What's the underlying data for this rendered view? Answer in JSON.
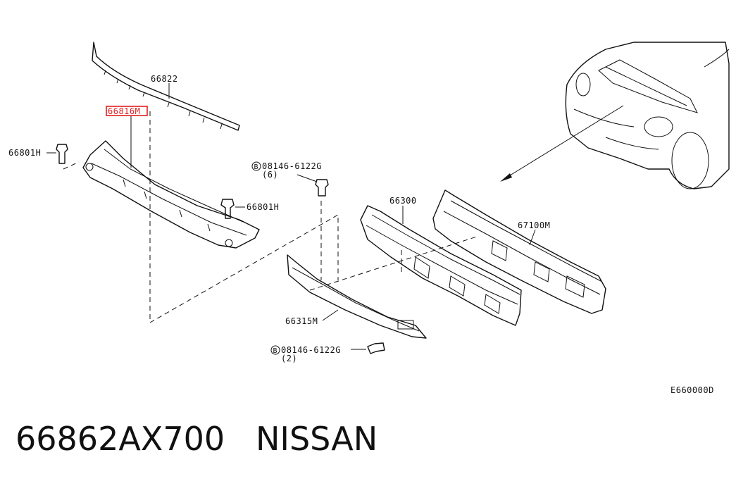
{
  "labels": {
    "part_66822": "66822",
    "part_66816m": "66816M",
    "part_66801h_left": "66801H",
    "part_66801h_right": "66801H",
    "bolt_top_code": "08146-6122G",
    "bolt_top_qty": "(6)",
    "bolt_bottom_code": "08146-6122G",
    "bolt_bottom_qty": "(2)",
    "bolt_symbol": "B",
    "part_66300": "66300",
    "part_67100m": "67100M",
    "part_66315m": "66315M",
    "diagram_code": "E660000D"
  },
  "caption": {
    "part_number": "66862AX700",
    "brand": "NISSAN"
  },
  "colors": {
    "highlight": "#e02020",
    "line": "#111111"
  }
}
